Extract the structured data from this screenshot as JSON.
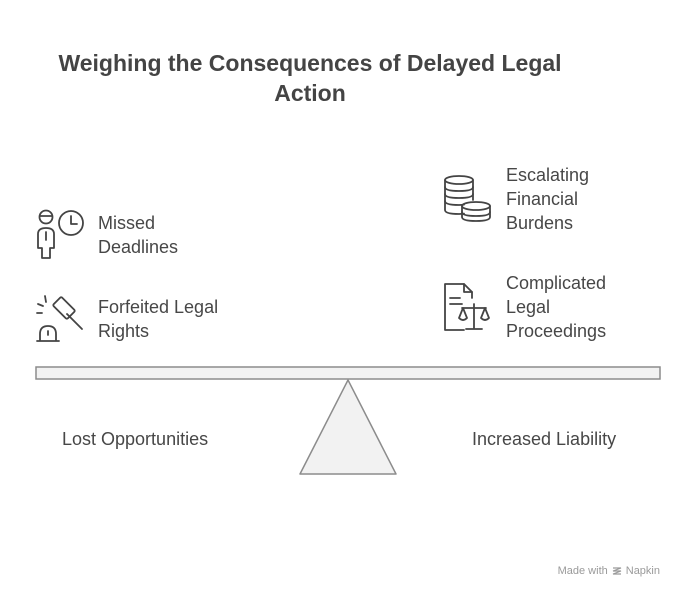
{
  "title": "Weighing the Consequences of Delayed Legal Action",
  "left_side": {
    "label": "Lost Opportunities",
    "items": [
      {
        "label": "Missed\nDeadlines",
        "icon": "person-clock-icon"
      },
      {
        "label": "Forfeited Legal\nRights",
        "icon": "gavel-alarm-icon"
      }
    ]
  },
  "right_side": {
    "label": "Increased Liability",
    "items": [
      {
        "label": "Escalating\nFinancial\nBurdens",
        "icon": "coin-stack-icon"
      },
      {
        "label": "Complicated\nLegal\nProceedings",
        "icon": "document-scales-icon"
      }
    ]
  },
  "colors": {
    "beam_fill": "#f2f2f2",
    "stroke": "#555555",
    "text": "#474747"
  },
  "credit": {
    "prefix": "Made with",
    "brand": "Napkin"
  }
}
